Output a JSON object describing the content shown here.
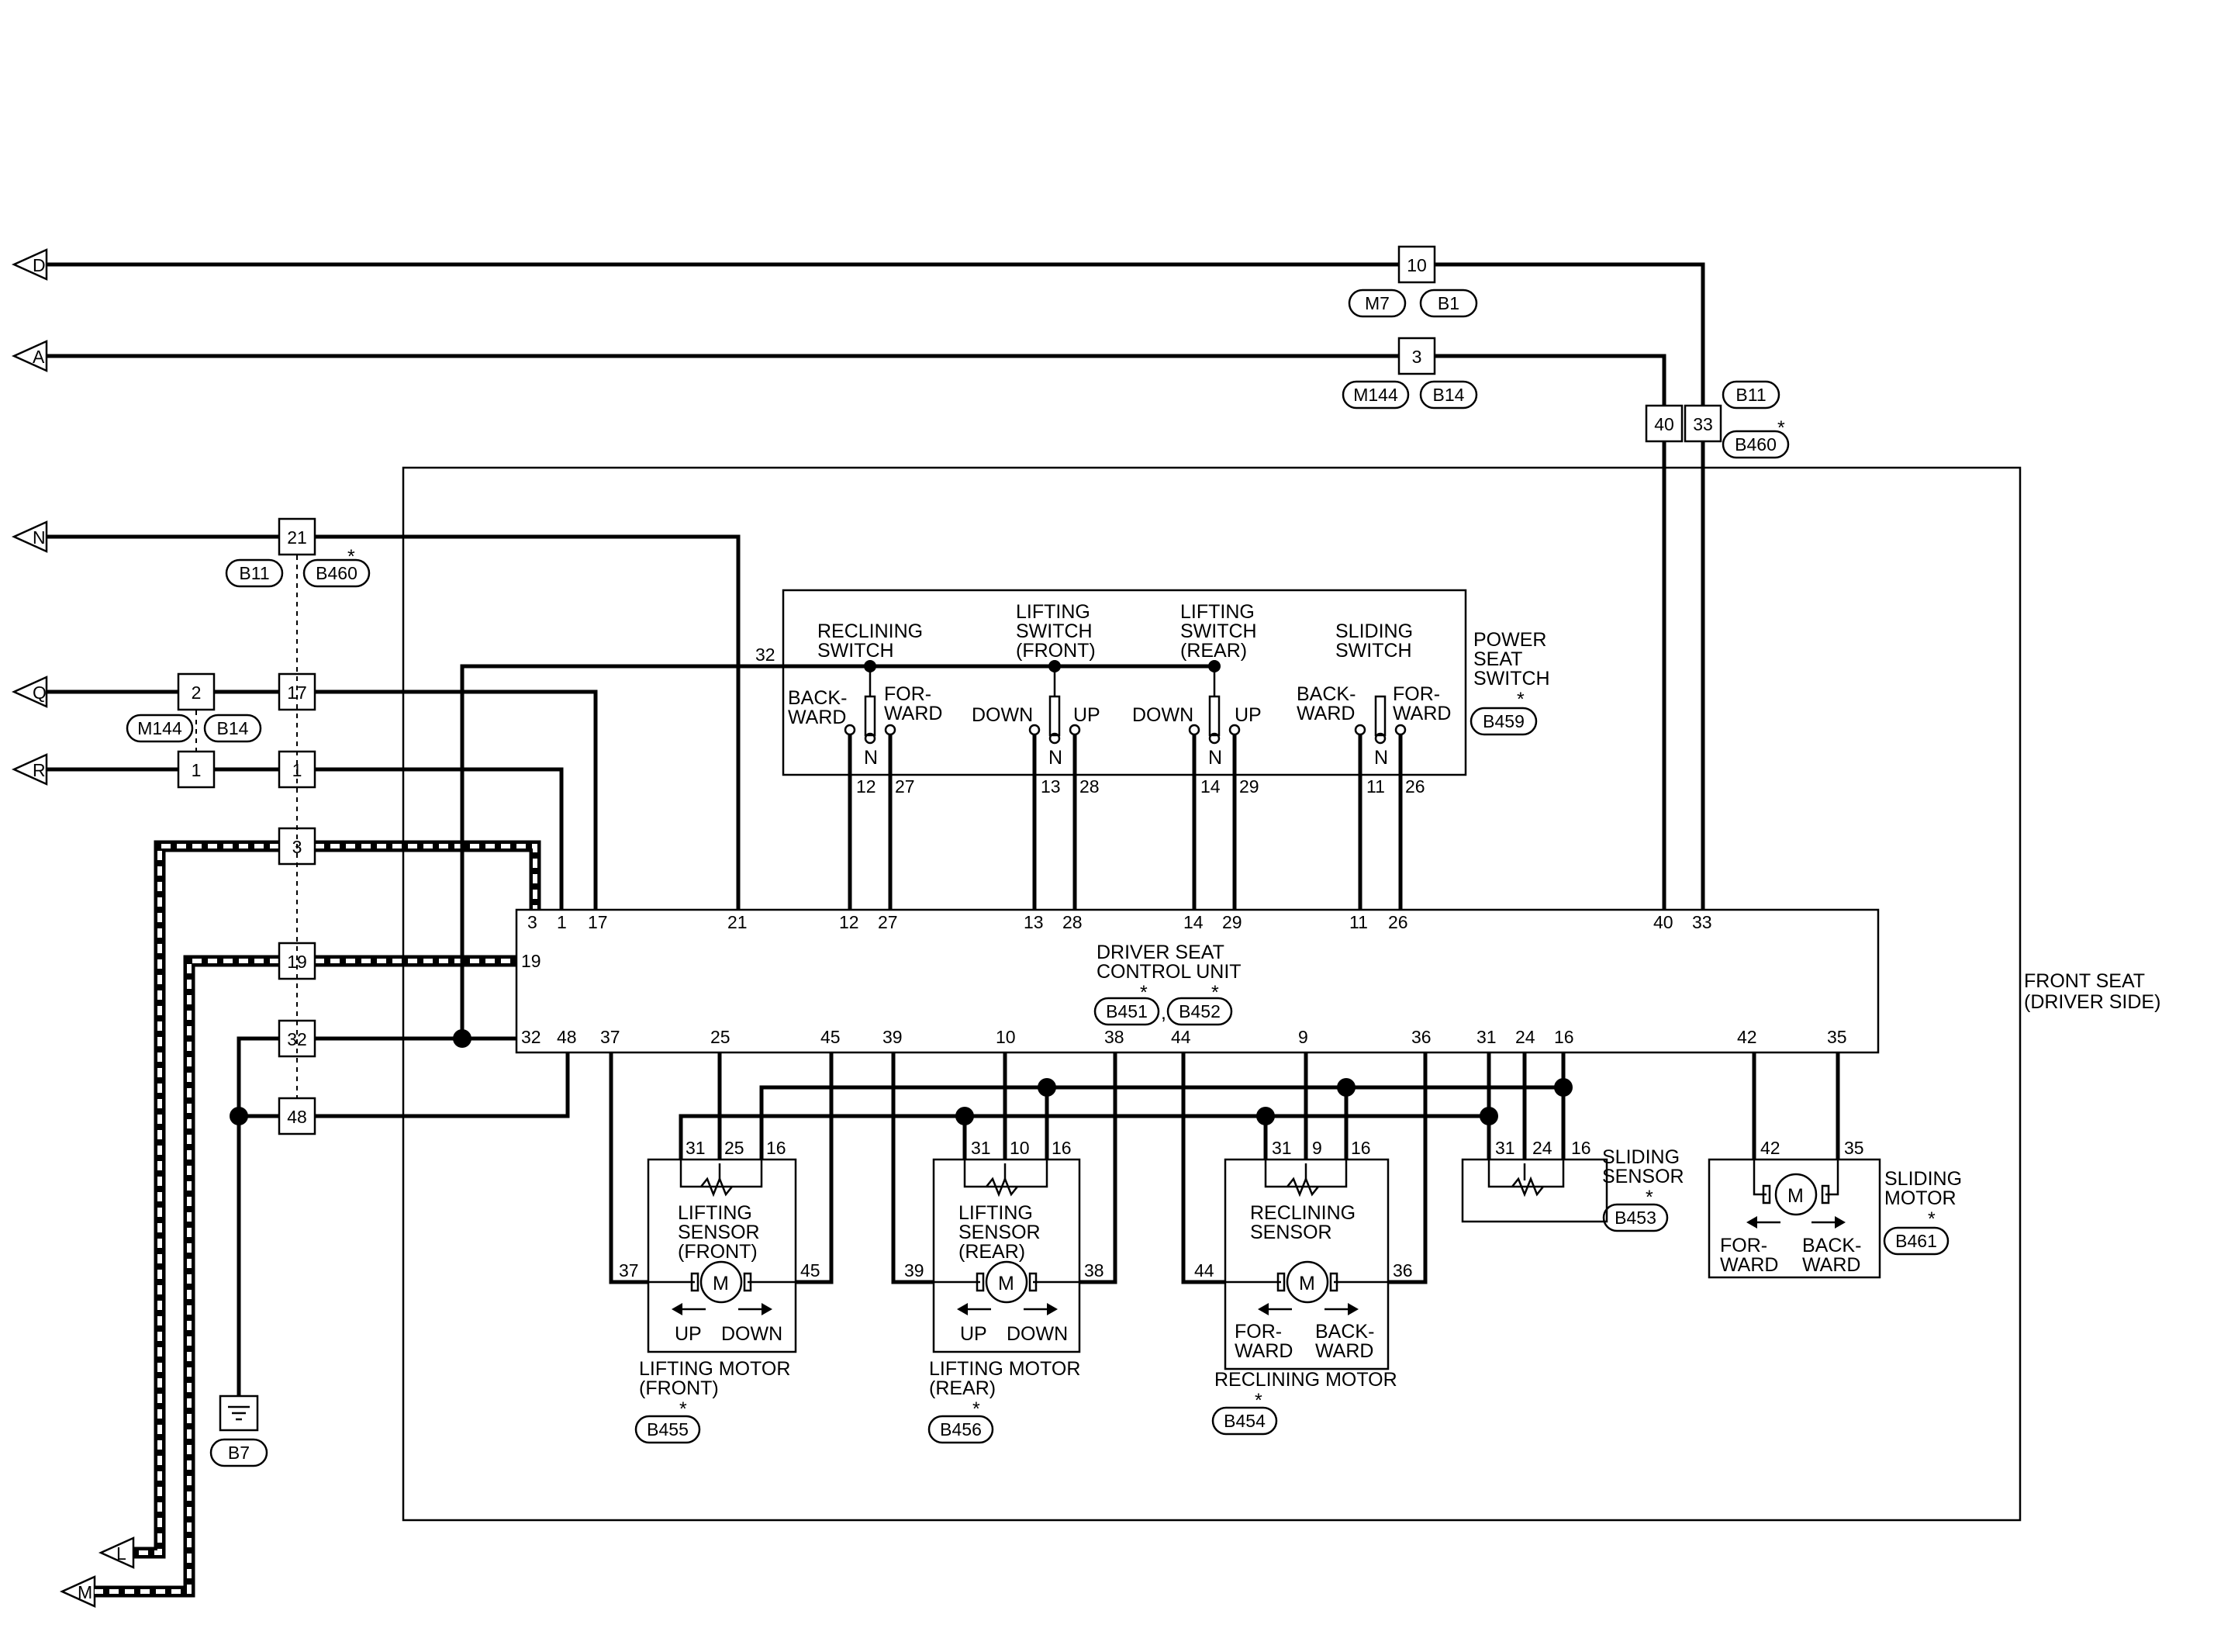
{
  "terminals": [
    {
      "letter": "D"
    },
    {
      "letter": "A"
    },
    {
      "letter": "N"
    },
    {
      "letter": "Q"
    },
    {
      "letter": "R"
    },
    {
      "letter": "L"
    },
    {
      "letter": "M"
    }
  ],
  "junction_pins": [
    {
      "label": "10"
    },
    {
      "label": "3"
    },
    {
      "label": "40"
    },
    {
      "label": "33"
    },
    {
      "label": "21"
    },
    {
      "label": "2"
    },
    {
      "label": "17"
    },
    {
      "label": "1"
    },
    {
      "label": "1"
    },
    {
      "label": "3"
    },
    {
      "label": "19"
    },
    {
      "label": "32"
    },
    {
      "label": "48"
    }
  ],
  "connector_tags": [
    {
      "label": "M7"
    },
    {
      "label": "B1"
    },
    {
      "label": "M144"
    },
    {
      "label": "B14"
    },
    {
      "label": "B11"
    },
    {
      "label": "B460"
    },
    {
      "label": "B11"
    },
    {
      "label": "B460"
    },
    {
      "label": "M144"
    },
    {
      "label": "B14"
    },
    {
      "label": "B459"
    },
    {
      "label": "B451"
    },
    {
      "label": "B452"
    },
    {
      "label": "B455"
    },
    {
      "label": "B456"
    },
    {
      "label": "B454"
    },
    {
      "label": "B453"
    },
    {
      "label": "B461"
    },
    {
      "label": "B7"
    }
  ],
  "asterisk": "*",
  "comma": ",",
  "labels": {
    "front_seat_l1": "FRONT SEAT",
    "front_seat_l2": "(DRIVER SIDE)",
    "power_seat_l1": "POWER",
    "power_seat_l2": "SEAT",
    "power_seat_l3": "SWITCH",
    "reclining_sw_l1": "RECLINING",
    "reclining_sw_l2": "SWITCH",
    "lift_front_sw_l1": "LIFTING",
    "lift_front_sw_l2": "SWITCH",
    "lift_front_sw_l3": "(FRONT)",
    "lift_rear_sw_l1": "LIFTING",
    "lift_rear_sw_l2": "SWITCH",
    "lift_rear_sw_l3": "(REAR)",
    "sliding_sw_l1": "SLIDING",
    "sliding_sw_l2": "SWITCH",
    "back_l1": "BACK-",
    "back_l2": "WARD",
    "for_l1": "FOR-",
    "for_l2": "WARD",
    "down": "DOWN",
    "up": "UP",
    "neutral": "N",
    "dscu_l1": "DRIVER SEAT",
    "dscu_l2": "CONTROL UNIT",
    "lift_sensor_front_l1": "LIFTING",
    "lift_sensor_front_l2": "SENSOR",
    "lift_sensor_front_l3": "(FRONT)",
    "lift_sensor_rear_l1": "LIFTING",
    "lift_sensor_rear_l2": "SENSOR",
    "lift_sensor_rear_l3": "(REAR)",
    "recl_sensor_l1": "RECLINING",
    "recl_sensor_l2": "SENSOR",
    "slide_sensor_l1": "SLIDING",
    "slide_sensor_l2": "SENSOR",
    "slide_motor_l1": "SLIDING",
    "slide_motor_l2": "MOTOR",
    "lift_motor_front_l1": "LIFTING MOTOR",
    "lift_motor_front_l2": "(FRONT)",
    "lift_motor_rear_l1": "LIFTING MOTOR",
    "lift_motor_rear_l2": "(REAR)",
    "recl_motor": "RECLINING MOTOR",
    "motor_symbol": "M"
  },
  "pins": [
    "32",
    "12",
    "27",
    "13",
    "28",
    "14",
    "29",
    "11",
    "26",
    "3",
    "1",
    "17",
    "21",
    "12",
    "27",
    "13",
    "28",
    "14",
    "29",
    "11",
    "26",
    "40",
    "33",
    "19",
    "32",
    "48",
    "37",
    "25",
    "45",
    "39",
    "10",
    "38",
    "44",
    "9",
    "36",
    "31",
    "24",
    "16",
    "42",
    "35",
    "31",
    "25",
    "16",
    "37",
    "45",
    "31",
    "10",
    "16",
    "39",
    "38",
    "31",
    "9",
    "16",
    "44",
    "36",
    "31",
    "24",
    "16",
    "42",
    "35"
  ]
}
